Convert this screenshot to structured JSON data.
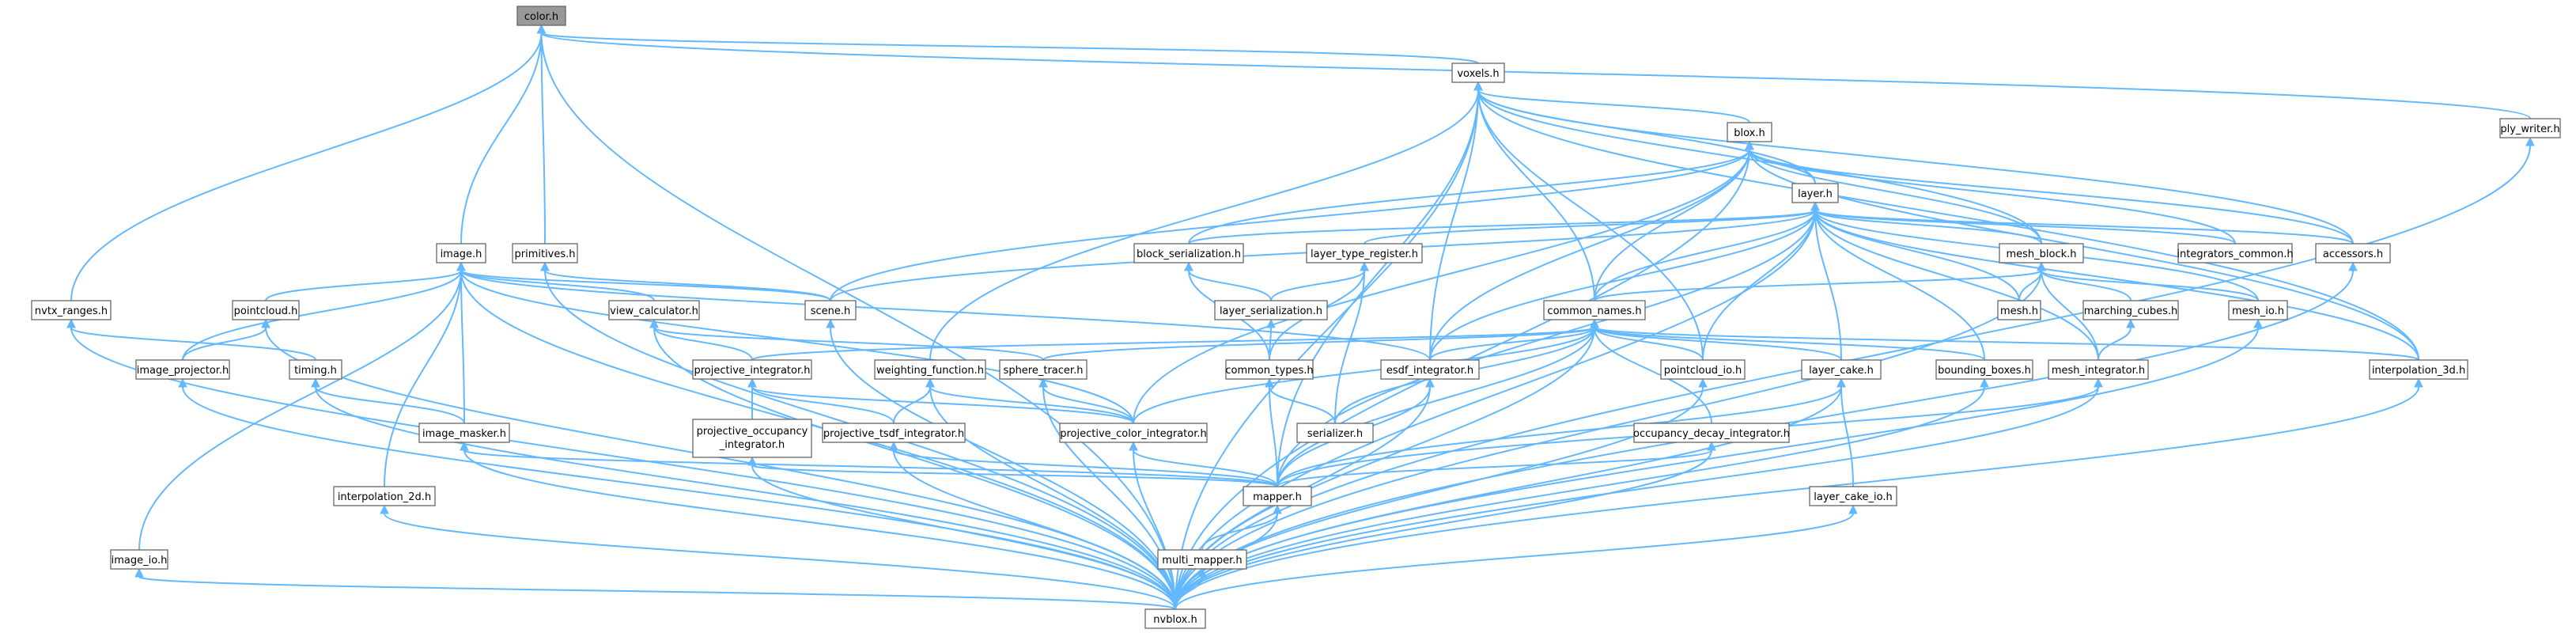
{
  "graph": {
    "title": "",
    "nodes": [
      {
        "id": "color",
        "label": "color.h",
        "current": true
      },
      {
        "id": "voxels",
        "label": "voxels.h"
      },
      {
        "id": "ply_writer",
        "label": "ply_writer.h"
      },
      {
        "id": "blox",
        "label": "blox.h"
      },
      {
        "id": "layer",
        "label": "layer.h"
      },
      {
        "id": "image",
        "label": "image.h"
      },
      {
        "id": "primitives",
        "label": "primitives.h"
      },
      {
        "id": "block_serialization",
        "label": "block_serialization.h"
      },
      {
        "id": "layer_type_register",
        "label": "layer_type_register.h"
      },
      {
        "id": "mesh_block",
        "label": "mesh_block.h"
      },
      {
        "id": "integrators_common",
        "label": "integrators_common.h"
      },
      {
        "id": "accessors",
        "label": "accessors.h"
      },
      {
        "id": "nvtx_ranges",
        "label": "nvtx_ranges.h"
      },
      {
        "id": "pointcloud",
        "label": "pointcloud.h"
      },
      {
        "id": "view_calculator",
        "label": "view_calculator.h"
      },
      {
        "id": "scene",
        "label": "scene.h"
      },
      {
        "id": "layer_serialization",
        "label": "layer_serialization.h"
      },
      {
        "id": "common_names",
        "label": "common_names.h"
      },
      {
        "id": "mesh",
        "label": "mesh.h"
      },
      {
        "id": "marching_cubes",
        "label": "marching_cubes.h"
      },
      {
        "id": "mesh_io",
        "label": "mesh_io.h"
      },
      {
        "id": "timing",
        "label": "timing.h"
      },
      {
        "id": "image_projector",
        "label": "image_projector.h"
      },
      {
        "id": "projective_integrator",
        "label": "projective_integrator.h"
      },
      {
        "id": "weighting_function",
        "label": "weighting_function.h"
      },
      {
        "id": "sphere_tracer",
        "label": "sphere_tracer.h"
      },
      {
        "id": "common_types",
        "label": "common_types.h"
      },
      {
        "id": "esdf_integrator",
        "label": "esdf_integrator.h"
      },
      {
        "id": "pointcloud_io",
        "label": "pointcloud_io.h"
      },
      {
        "id": "layer_cake",
        "label": "layer_cake.h"
      },
      {
        "id": "bounding_boxes",
        "label": "bounding_boxes.h"
      },
      {
        "id": "mesh_integrator",
        "label": "mesh_integrator.h"
      },
      {
        "id": "interpolation_3d",
        "label": "interpolation_3d.h"
      },
      {
        "id": "image_masker",
        "label": "image_masker.h"
      },
      {
        "id": "projective_occupancy_integrator",
        "label": "projective_occupancy\n_integrator.h"
      },
      {
        "id": "projective_tsdf_integrator",
        "label": "projective_tsdf_integrator.h"
      },
      {
        "id": "projective_color_integrator",
        "label": "projective_color_integrator.h"
      },
      {
        "id": "serializer",
        "label": "serializer.h"
      },
      {
        "id": "occupancy_decay_integrator",
        "label": "occupancy_decay_integrator.h"
      },
      {
        "id": "interpolation_2d",
        "label": "interpolation_2d.h"
      },
      {
        "id": "mapper",
        "label": "mapper.h"
      },
      {
        "id": "layer_cake_io",
        "label": "layer_cake_io.h"
      },
      {
        "id": "image_io",
        "label": "image_io.h"
      },
      {
        "id": "multi_mapper",
        "label": "multi_mapper.h"
      },
      {
        "id": "nvblox",
        "label": "nvblox.h"
      }
    ],
    "edges": [
      [
        "voxels",
        "color"
      ],
      [
        "ply_writer",
        "color"
      ],
      [
        "image",
        "color"
      ],
      [
        "primitives",
        "color"
      ],
      [
        "nvtx_ranges",
        "color"
      ],
      [
        "nvblox",
        "color"
      ],
      [
        "blox",
        "voxels"
      ],
      [
        "layer",
        "voxels"
      ],
      [
        "mesh_block",
        "voxels"
      ],
      [
        "accessors",
        "voxels"
      ],
      [
        "common_names",
        "voxels"
      ],
      [
        "weighting_function",
        "voxels"
      ],
      [
        "esdf_integrator",
        "voxels"
      ],
      [
        "pointcloud_io",
        "voxels"
      ],
      [
        "interpolation_3d",
        "voxels"
      ],
      [
        "mapper",
        "voxels"
      ],
      [
        "nvblox",
        "voxels"
      ],
      [
        "nvblox",
        "ply_writer"
      ],
      [
        "layer",
        "blox"
      ],
      [
        "mesh_block",
        "blox"
      ],
      [
        "integrators_common",
        "blox"
      ],
      [
        "accessors",
        "blox"
      ],
      [
        "block_serialization",
        "blox"
      ],
      [
        "scene",
        "blox"
      ],
      [
        "common_names",
        "blox"
      ],
      [
        "esdf_integrator",
        "blox"
      ],
      [
        "interpolation_3d",
        "blox"
      ],
      [
        "projective_color_integrator",
        "blox"
      ],
      [
        "nvblox",
        "blox"
      ],
      [
        "block_serialization",
        "layer"
      ],
      [
        "layer_type_register",
        "layer"
      ],
      [
        "mesh_block",
        "layer"
      ],
      [
        "integrators_common",
        "layer"
      ],
      [
        "accessors",
        "layer"
      ],
      [
        "scene",
        "layer"
      ],
      [
        "common_names",
        "layer"
      ],
      [
        "mesh",
        "layer"
      ],
      [
        "mesh_io",
        "layer"
      ],
      [
        "esdf_integrator",
        "layer"
      ],
      [
        "pointcloud_io",
        "layer"
      ],
      [
        "layer_cake",
        "layer"
      ],
      [
        "bounding_boxes",
        "layer"
      ],
      [
        "mesh_integrator",
        "layer"
      ],
      [
        "interpolation_3d",
        "layer"
      ],
      [
        "mapper",
        "layer"
      ],
      [
        "nvblox",
        "layer"
      ],
      [
        "pointcloud",
        "image"
      ],
      [
        "view_calculator",
        "image"
      ],
      [
        "scene",
        "image"
      ],
      [
        "image_projector",
        "image"
      ],
      [
        "image_masker",
        "image"
      ],
      [
        "interpolation_2d",
        "image"
      ],
      [
        "image_io",
        "image"
      ],
      [
        "esdf_integrator",
        "image"
      ],
      [
        "projective_color_integrator",
        "image"
      ],
      [
        "nvblox",
        "image"
      ],
      [
        "scene",
        "primitives"
      ],
      [
        "nvblox",
        "primitives"
      ],
      [
        "layer_serialization",
        "block_serialization"
      ],
      [
        "common_types",
        "block_serialization"
      ],
      [
        "layer_serialization",
        "layer_type_register"
      ],
      [
        "common_types",
        "layer_type_register"
      ],
      [
        "serializer",
        "layer_type_register"
      ],
      [
        "mesh",
        "mesh_block"
      ],
      [
        "marching_cubes",
        "mesh_block"
      ],
      [
        "mesh_io",
        "mesh_block"
      ],
      [
        "mesh_integrator",
        "mesh_block"
      ],
      [
        "common_names",
        "mesh_block"
      ],
      [
        "nvblox",
        "mesh_block"
      ],
      [
        "nvblox",
        "accessors"
      ],
      [
        "timing",
        "nvtx_ranges"
      ],
      [
        "nvblox",
        "nvtx_ranges"
      ],
      [
        "image_projector",
        "pointcloud"
      ],
      [
        "nvblox",
        "pointcloud"
      ],
      [
        "projective_integrator",
        "view_calculator"
      ],
      [
        "sphere_tracer",
        "view_calculator"
      ],
      [
        "nvblox",
        "view_calculator"
      ],
      [
        "nvblox",
        "scene"
      ],
      [
        "common_types",
        "layer_serialization"
      ],
      [
        "projective_integrator",
        "common_names"
      ],
      [
        "sphere_tracer",
        "common_names"
      ],
      [
        "esdf_integrator",
        "common_names"
      ],
      [
        "pointcloud_io",
        "common_names"
      ],
      [
        "layer_cake",
        "common_names"
      ],
      [
        "bounding_boxes",
        "common_names"
      ],
      [
        "interpolation_3d",
        "common_names"
      ],
      [
        "serializer",
        "common_names"
      ],
      [
        "occupancy_decay_integrator",
        "common_names"
      ],
      [
        "projective_color_integrator",
        "common_names"
      ],
      [
        "mapper",
        "common_names"
      ],
      [
        "nvblox",
        "common_names"
      ],
      [
        "mesh_integrator",
        "marching_cubes"
      ],
      [
        "nvblox",
        "mesh_io"
      ],
      [
        "image_masker",
        "timing"
      ],
      [
        "nvblox",
        "timing"
      ],
      [
        "nvblox",
        "image_projector"
      ],
      [
        "projective_occupancy_integrator",
        "projective_integrator"
      ],
      [
        "projective_tsdf_integrator",
        "projective_integrator"
      ],
      [
        "projective_color_integrator",
        "projective_integrator"
      ],
      [
        "projective_tsdf_integrator",
        "weighting_function"
      ],
      [
        "projective_color_integrator",
        "weighting_function"
      ],
      [
        "nvblox",
        "weighting_function"
      ],
      [
        "projective_color_integrator",
        "sphere_tracer"
      ],
      [
        "nvblox",
        "sphere_tracer"
      ],
      [
        "serializer",
        "common_types"
      ],
      [
        "mapper",
        "common_types"
      ],
      [
        "mapper",
        "esdf_integrator"
      ],
      [
        "nvblox",
        "esdf_integrator"
      ],
      [
        "nvblox",
        "pointcloud_io"
      ],
      [
        "layer_cake_io",
        "layer_cake"
      ],
      [
        "mapper",
        "layer_cake"
      ],
      [
        "nvblox",
        "layer_cake"
      ],
      [
        "nvblox",
        "bounding_boxes"
      ],
      [
        "mapper",
        "mesh_integrator"
      ],
      [
        "nvblox",
        "mesh_integrator"
      ],
      [
        "nvblox",
        "interpolation_3d"
      ],
      [
        "mapper",
        "image_masker"
      ],
      [
        "nvblox",
        "image_masker"
      ],
      [
        "mapper",
        "projective_occupancy_integrator"
      ],
      [
        "nvblox",
        "projective_occupancy_integrator"
      ],
      [
        "mapper",
        "projective_tsdf_integrator"
      ],
      [
        "nvblox",
        "projective_tsdf_integrator"
      ],
      [
        "mapper",
        "projective_color_integrator"
      ],
      [
        "nvblox",
        "projective_color_integrator"
      ],
      [
        "mapper",
        "occupancy_decay_integrator"
      ],
      [
        "nvblox",
        "occupancy_decay_integrator"
      ],
      [
        "nvblox",
        "interpolation_2d"
      ],
      [
        "multi_mapper",
        "mapper"
      ],
      [
        "nvblox",
        "mapper"
      ],
      [
        "nvblox",
        "layer_cake_io"
      ],
      [
        "nvblox",
        "image_io"
      ],
      [
        "nvblox",
        "multi_mapper"
      ]
    ]
  }
}
